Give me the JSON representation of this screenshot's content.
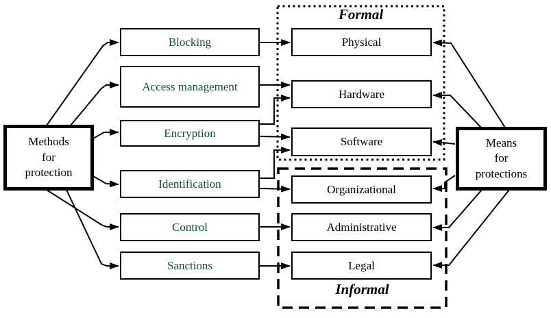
{
  "diagram": {
    "nodes": {
      "methods_hub": {
        "lines": [
          "Methods",
          "for",
          "protection"
        ]
      },
      "means_hub": {
        "lines": [
          "Means",
          "for",
          "protections"
        ]
      },
      "methods": [
        "Blocking",
        "Access management",
        "Encryption",
        "Identification",
        "Control",
        "Sanctions"
      ],
      "means": [
        "Physical",
        "Hardware",
        "Software",
        "Organizational",
        "Administrative",
        "Legal"
      ]
    },
    "groups": {
      "formal": {
        "label": "Formal",
        "border_style": "dotted",
        "members": [
          "Physical",
          "Hardware",
          "Software"
        ]
      },
      "informal": {
        "label": "Informal",
        "border_style": "dashed",
        "members": [
          "Organizational",
          "Administrative",
          "Legal"
        ]
      }
    },
    "edges": [
      "Methods for protection -> Blocking",
      "Methods for protection -> Access management",
      "Methods for protection -> Encryption",
      "Methods for protection -> Identification",
      "Methods for protection -> Control",
      "Methods for protection -> Sanctions",
      "Blocking -> Physical",
      "Access management -> Hardware",
      "Encryption -> Hardware",
      "Encryption -> Software",
      "Identification -> Software",
      "Identification -> Organizational",
      "Control -> Administrative",
      "Sanctions -> Legal",
      "Means for protections -> Physical",
      "Means for protections -> Hardware",
      "Means for protections -> Software",
      "Means for protections -> Organizational",
      "Means for protections -> Administrative",
      "Means for protections -> Legal"
    ],
    "colors": {
      "ink": "#000000",
      "method_label": "#114d38",
      "background": "#ffffff"
    }
  }
}
